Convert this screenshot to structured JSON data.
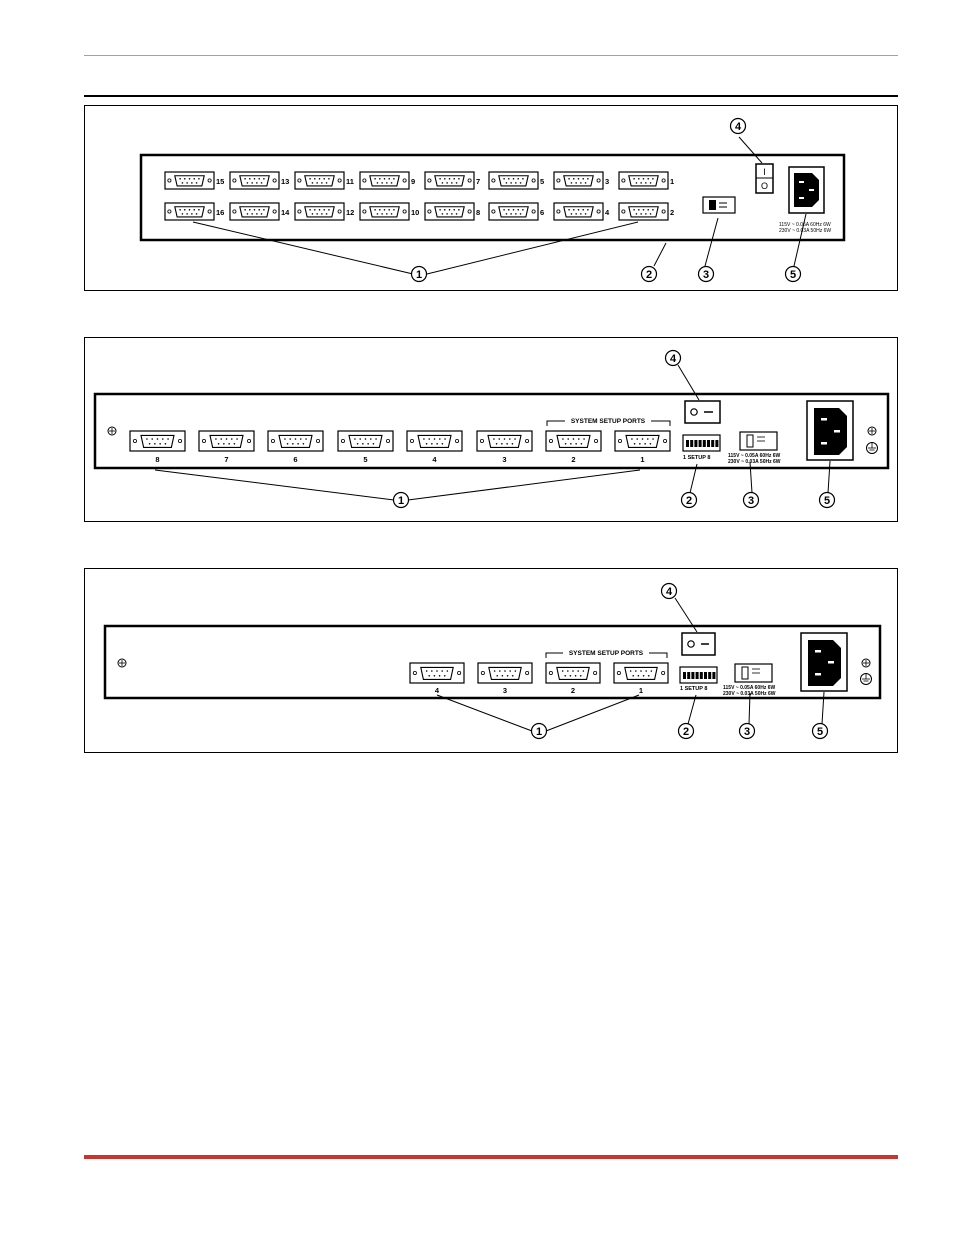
{
  "colors": {
    "accent": "#c8352c",
    "rule_top": "#d98b86",
    "ink": "#000000"
  },
  "figure1": {
    "callouts": [
      "1",
      "2",
      "3",
      "4",
      "5"
    ],
    "ports_top": [
      "15",
      "13",
      "11",
      "9",
      "7",
      "5",
      "3",
      "1"
    ],
    "ports_bottom": [
      "16",
      "14",
      "12",
      "10",
      "8",
      "6",
      "4",
      "2"
    ],
    "power_line1": "115V ~ 0.06A 60Hz 6W",
    "power_line2": "230V ~ 0.03A 50Hz 6W",
    "switch_on": "I",
    "switch_off": "O"
  },
  "figure2": {
    "callouts": [
      "1",
      "2",
      "3",
      "4",
      "5"
    ],
    "ports": [
      "8",
      "7",
      "6",
      "5",
      "4",
      "3",
      "2",
      "1"
    ],
    "system_setup_label": "SYSTEM SETUP PORTS",
    "setup_label": "1  SETUP  8",
    "power_line1": "115V ~ 0.05A 60Hz 6W",
    "power_line2": "230V ~ 0.03A 50Hz 6W"
  },
  "figure3": {
    "callouts": [
      "1",
      "2",
      "3",
      "4",
      "5"
    ],
    "ports": [
      "4",
      "3",
      "2",
      "1"
    ],
    "system_setup_label": "SYSTEM SETUP PORTS",
    "setup_label": "1  SETUP  8",
    "power_line1": "115V ~ 0.05A 60Hz 6W",
    "power_line2": "230V ~ 0.03A 50Hz 6W"
  }
}
